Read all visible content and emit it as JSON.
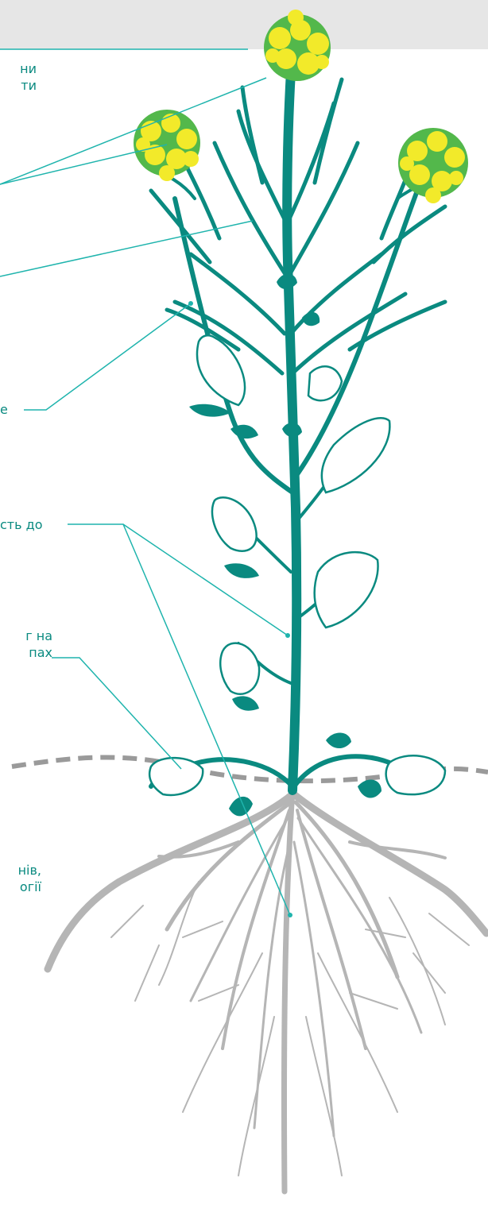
{
  "labels": {
    "flower_cluster_line1": "ни",
    "flower_cluster_line2": "ти",
    "branches_text": "е",
    "stem_text": "сть до",
    "leaves_line1": "г на",
    "leaves_line2": "пах",
    "roots_line1": "нів,",
    "roots_line2": "огії"
  },
  "colors": {
    "stem": "#0a8a80",
    "leader": "#1fb4ad",
    "label_text": "#0a8a80",
    "flower_yellow": "#f2ea2a",
    "flower_green": "#53b84b",
    "root": "#b5b5b5",
    "ground_line": "#9a9a9a",
    "top_band": "#e6e6e6"
  }
}
